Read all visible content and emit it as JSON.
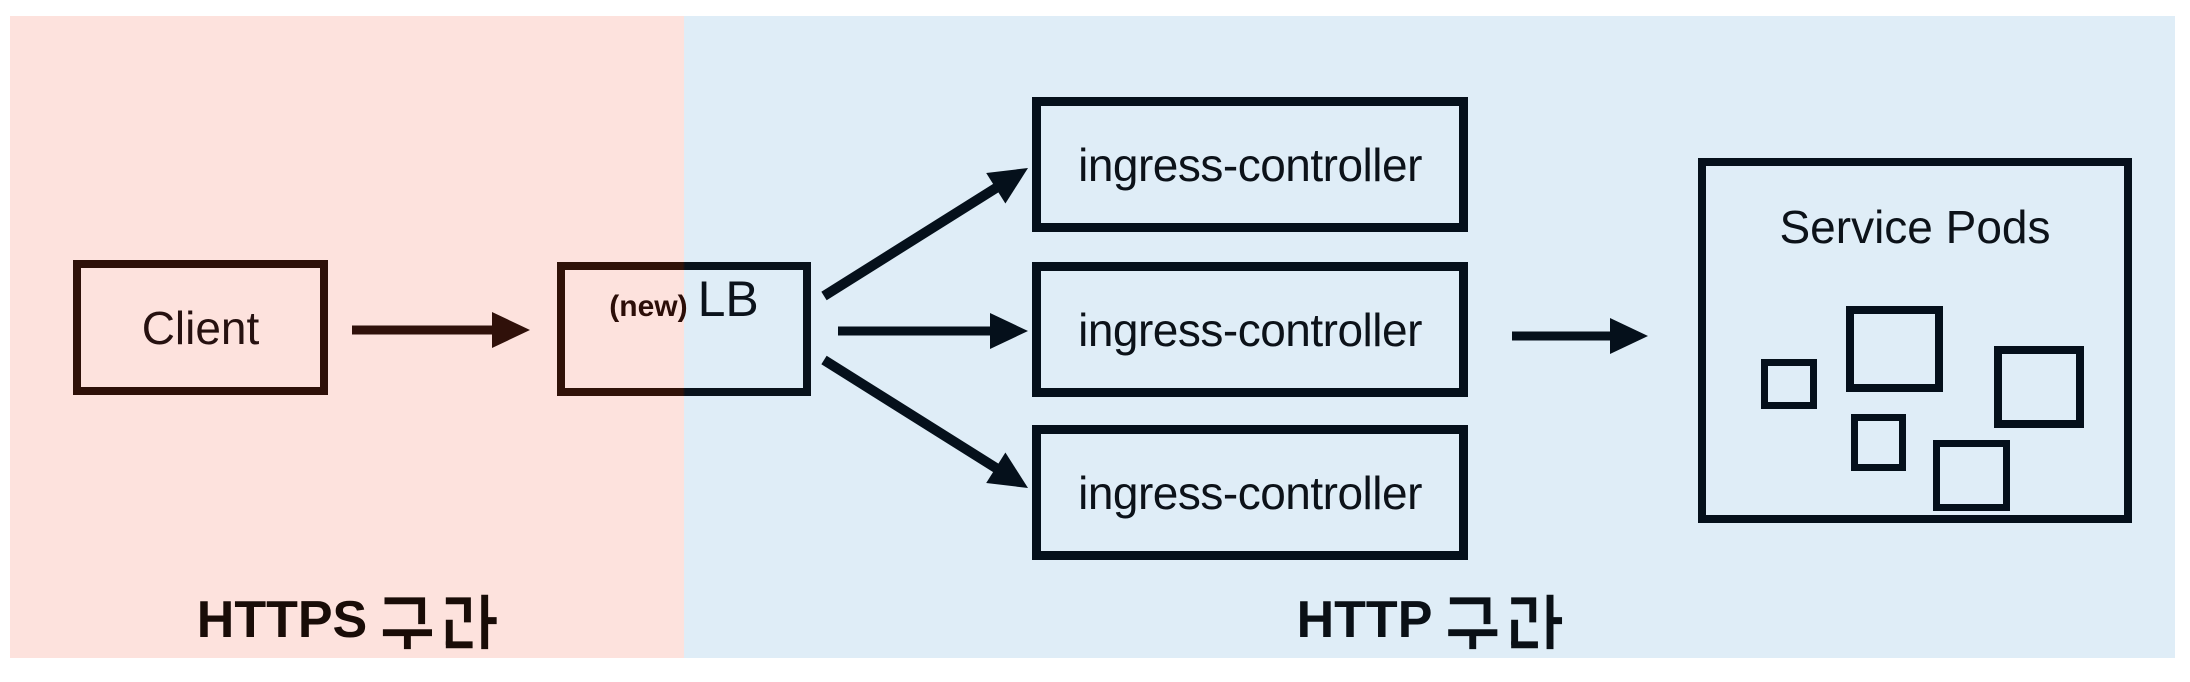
{
  "diagram": {
    "zones": {
      "https": {
        "label": "HTTPS 구간",
        "label_latin": "HTTPS",
        "label_korean": "구간",
        "bg_color": "#fde2dd",
        "stroke_color": "#2e1008"
      },
      "http": {
        "label": "HTTP 구간",
        "label_latin": "HTTP",
        "label_korean": "구간",
        "bg_color": "#dfedf7",
        "stroke_color": "#05101b"
      }
    },
    "nodes": {
      "client": {
        "label": "Client"
      },
      "lb": {
        "label_prefix": "(new)",
        "label": "LB"
      },
      "ingress_controllers": [
        {
          "label": "ingress-controller"
        },
        {
          "label": "ingress-controller"
        },
        {
          "label": "ingress-controller"
        }
      ],
      "service_pods": {
        "label": "Service Pods",
        "pod_count": 5
      }
    },
    "edges": [
      {
        "from": "client",
        "to": "lb"
      },
      {
        "from": "lb",
        "to": "ingress-controller-1"
      },
      {
        "from": "lb",
        "to": "ingress-controller-2"
      },
      {
        "from": "lb",
        "to": "ingress-controller-3"
      },
      {
        "from": "ingress-controller-2",
        "to": "service-pods"
      }
    ]
  }
}
